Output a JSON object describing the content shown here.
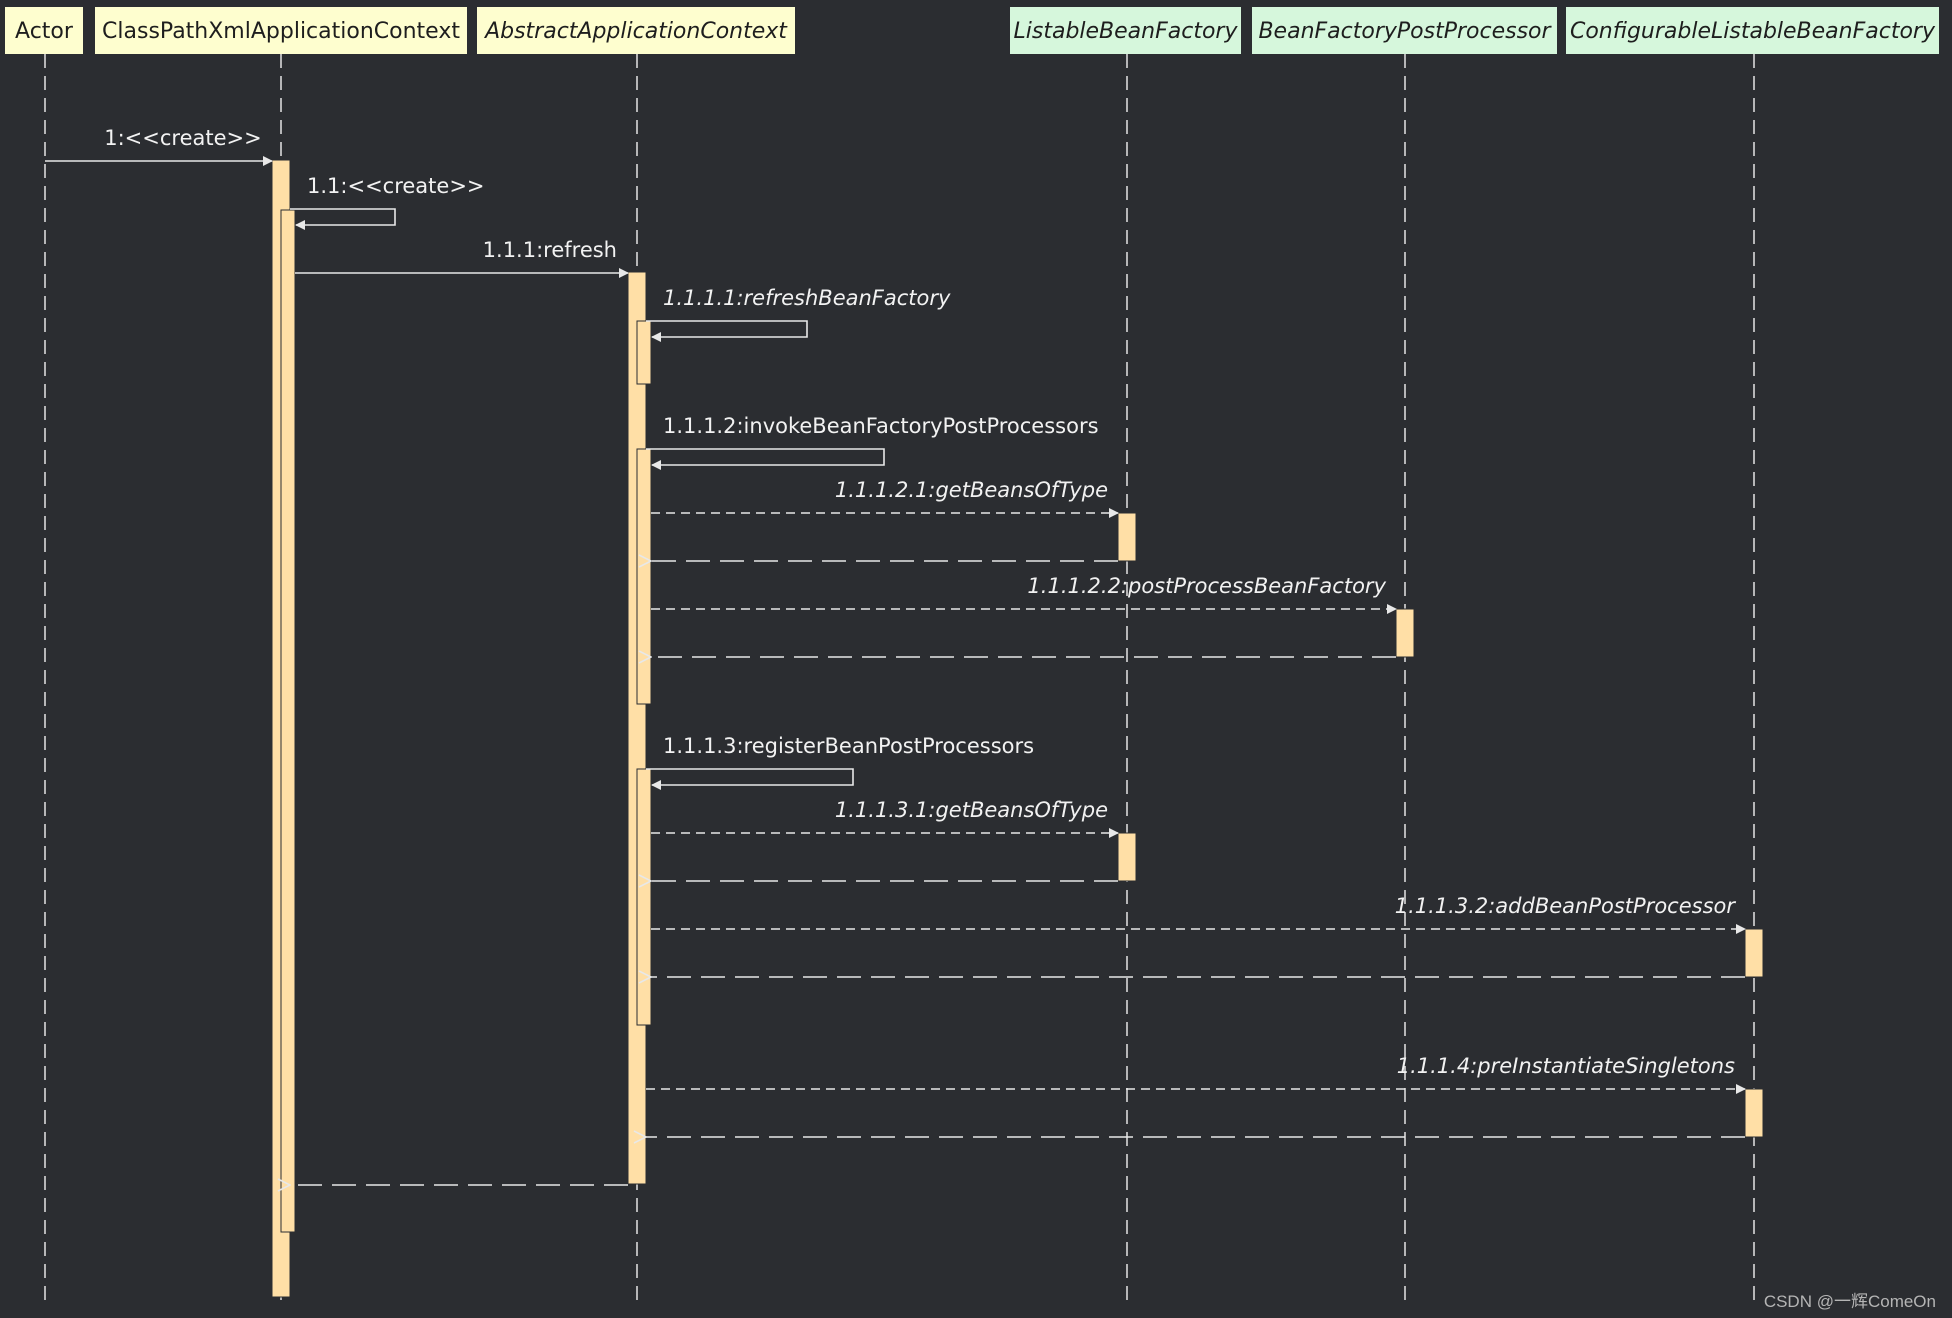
{
  "colors": {
    "background": "#2b2d31",
    "lifeline": "#d9d9d9",
    "message": "#e8e8e8",
    "activation": "#ffdfa6",
    "participant_yellow": "#fefecf",
    "participant_green": "#d6f7dc",
    "participant_text": "#1e1e1e",
    "label_text": "#f2f2f2",
    "watermark": "#b5b5b5"
  },
  "participants": [
    {
      "id": "actor",
      "label": "Actor",
      "style": "yellow",
      "italic": false
    },
    {
      "id": "cpx",
      "label": "ClassPathXmlApplicationContext",
      "style": "yellow",
      "italic": false
    },
    {
      "id": "aac",
      "label": "AbstractApplicationContext",
      "style": "yellow",
      "italic": true
    },
    {
      "id": "lbf",
      "label": "ListableBeanFactory",
      "style": "green",
      "italic": true
    },
    {
      "id": "bfpp",
      "label": "BeanFactoryPostProcessor",
      "style": "green",
      "italic": true
    },
    {
      "id": "clbf",
      "label": "ConfigurableListableBeanFactory",
      "style": "green",
      "italic": true
    }
  ],
  "messages": [
    {
      "id": "m1",
      "label": "1:<<create>>",
      "from": "actor",
      "to": "cpx",
      "kind": "call",
      "italic": false
    },
    {
      "id": "m1_1",
      "label": "1.1:<<create>>",
      "from": "cpx",
      "to": "cpx",
      "kind": "self",
      "italic": false
    },
    {
      "id": "m1_1_1",
      "label": "1.1.1:refresh",
      "from": "cpx",
      "to": "aac",
      "kind": "call",
      "italic": false
    },
    {
      "id": "m1_1_1_1",
      "label": "1.1.1.1:refreshBeanFactory",
      "from": "aac",
      "to": "aac",
      "kind": "self",
      "italic": true
    },
    {
      "id": "m1_1_1_2",
      "label": "1.1.1.2:invokeBeanFactoryPostProcessors",
      "from": "aac",
      "to": "aac",
      "kind": "self",
      "italic": false
    },
    {
      "id": "m1_1_1_2_1",
      "label": "1.1.1.2.1:getBeansOfType",
      "from": "aac",
      "to": "lbf",
      "kind": "async",
      "italic": true
    },
    {
      "id": "r1_1_1_2_1",
      "label": "",
      "from": "lbf",
      "to": "aac",
      "kind": "return",
      "italic": false
    },
    {
      "id": "m1_1_1_2_2",
      "label": "1.1.1.2.2:postProcessBeanFactory",
      "from": "aac",
      "to": "bfpp",
      "kind": "async",
      "italic": true
    },
    {
      "id": "r1_1_1_2_2",
      "label": "",
      "from": "bfpp",
      "to": "aac",
      "kind": "return",
      "italic": false
    },
    {
      "id": "m1_1_1_3",
      "label": "1.1.1.3:registerBeanPostProcessors",
      "from": "aac",
      "to": "aac",
      "kind": "self",
      "italic": false
    },
    {
      "id": "m1_1_1_3_1",
      "label": "1.1.1.3.1:getBeansOfType",
      "from": "aac",
      "to": "lbf",
      "kind": "async",
      "italic": true
    },
    {
      "id": "r1_1_1_3_1",
      "label": "",
      "from": "lbf",
      "to": "aac",
      "kind": "return",
      "italic": false
    },
    {
      "id": "m1_1_1_3_2",
      "label": "1.1.1.3.2:addBeanPostProcessor",
      "from": "aac",
      "to": "clbf",
      "kind": "async",
      "italic": true
    },
    {
      "id": "r1_1_1_3_2",
      "label": "",
      "from": "clbf",
      "to": "aac",
      "kind": "return",
      "italic": false
    },
    {
      "id": "m1_1_1_4",
      "label": "1.1.1.4:preInstantiateSingletons",
      "from": "aac",
      "to": "clbf",
      "kind": "async",
      "italic": true
    },
    {
      "id": "r1_1_1_4",
      "label": "",
      "from": "clbf",
      "to": "aac",
      "kind": "return",
      "italic": false
    },
    {
      "id": "r1_1_1",
      "label": "",
      "from": "aac",
      "to": "cpx",
      "kind": "return",
      "italic": false
    }
  ],
  "watermark": "CSDN @一辉ComeOn"
}
